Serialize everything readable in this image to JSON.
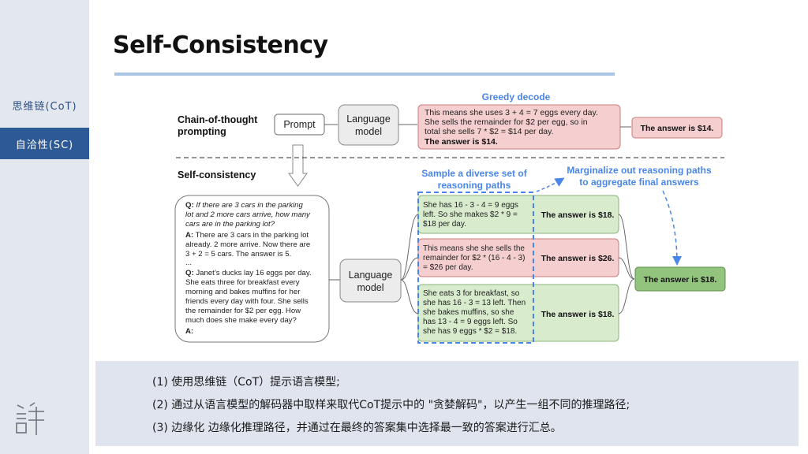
{
  "sidebar": {
    "items": [
      {
        "label": "思维链(CoT)",
        "active": false
      },
      {
        "label": "自洽性(SC)",
        "active": true
      }
    ],
    "logo_icon": "xu-logo-icon",
    "active_color": "#2d5a96"
  },
  "slide": {
    "title": "Self-Consistency"
  },
  "diagram": {
    "cot_label_1": "Chain-of-thought",
    "cot_label_2": "prompting",
    "prompt_box": "Prompt",
    "lm_1": "Language",
    "lm_2": "model",
    "greedy_title": "Greedy decode",
    "greedy_lines": [
      "This means she uses 3 + 4 = 7 eggs every day.",
      "She sells the remainder for $2 per egg, so in",
      "total she sells 7 * $2 = $14 per day.",
      "The answer is $14."
    ],
    "greedy_answer": "The answer is $14.",
    "sc_label": "Self-consistency",
    "sample_title_1": "Sample a diverse set of",
    "sample_title_2": "reasoning paths",
    "marginalize_1": "Marginalize out reasoning paths",
    "marginalize_2": "to aggregate final answers",
    "prompt_text": {
      "q1_prefix": "Q:",
      "q1_lines": [
        "If there are 3 cars in the parking",
        "lot and 2 more cars arrive, how many",
        "cars are in the parking lot?"
      ],
      "a1_prefix": "A:",
      "a1_lines": [
        "There are 3 cars in the parking lot",
        "already. 2 more arrive. Now there are",
        "3 + 2 = 5 cars. The answer is 5."
      ],
      "ellipsis": "...",
      "q2_prefix": "Q:",
      "q2_lines": [
        "Janet’s ducks lay 16 eggs per day.",
        "She eats three for breakfast every",
        "morning and bakes muffins for her",
        "friends every day with four. She sells",
        "the remainder for $2 per egg. How",
        "much does she make every day?"
      ],
      "a2_prefix": "A:"
    },
    "paths": [
      {
        "lines": [
          "She has 16 - 3 - 4 = 9 eggs",
          "left. So she makes $2 * 9 =",
          "$18 per day."
        ],
        "answer": "The answer is $18.",
        "color": "green"
      },
      {
        "lines": [
          "This means she she sells the",
          "remainder for $2 * (16 - 4 - 3)",
          "= $26 per day."
        ],
        "answer": "The answer is $26.",
        "color": "red"
      },
      {
        "lines": [
          "She eats 3 for breakfast, so",
          "she has 16 - 3 = 13 left. Then",
          "she bakes muffins, so she",
          "has 13 - 4 = 9 eggs left. So",
          "she has 9 eggs * $2 = $18."
        ],
        "answer": "The answer is $18.",
        "color": "green"
      }
    ],
    "final_answer": "The answer is $18.",
    "colors": {
      "red_fill": "#f5cfcf",
      "green_fill": "#d8ebcc",
      "final_fill": "#93c47d",
      "blue": "#4a86e8"
    }
  },
  "notes": [
    "(1) 使用思维链（CoT）提示语言模型;",
    "(2) 通过从语言模型的解码器中取样来取代CoT提示中的 \"贪婪解码\"，以产生一组不同的推理路径;",
    "(3) 边缘化 边缘化推理路径，并通过在最终的答案集中选择最一致的答案进行汇总。"
  ]
}
